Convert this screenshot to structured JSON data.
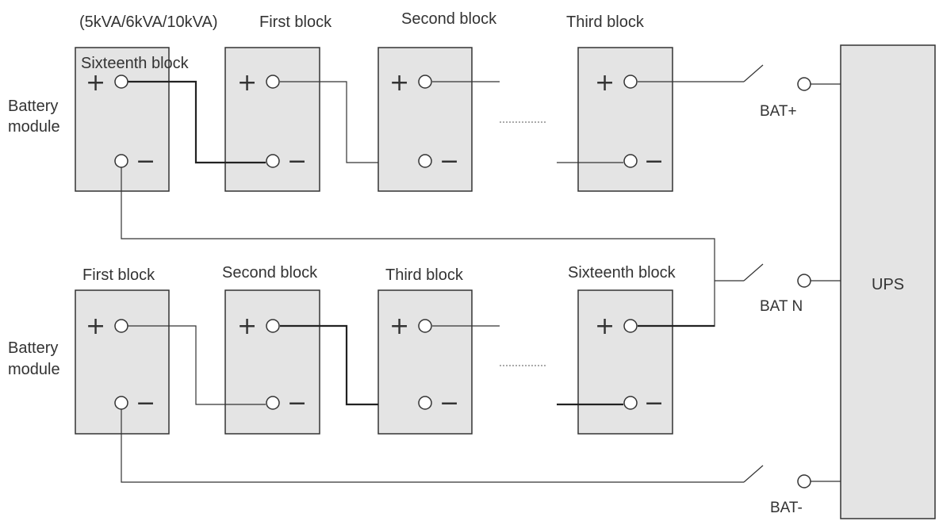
{
  "top_row": {
    "module_label_line1": "Battery",
    "module_label_line2": "module",
    "note": "(5kVA/6kVA/10kVA)",
    "block1_label": "First block",
    "block2_label": "Second block",
    "block3_label": "Third block",
    "block4_label": "Sixteenth block"
  },
  "bottom_row": {
    "module_label_line1": "Battery",
    "module_label_line2": "module",
    "block1_label": "First block",
    "block2_label": "Second block",
    "block3_label": "Third block",
    "block4_label": "Sixteenth block"
  },
  "ups": {
    "label": "UPS",
    "bat_plus": "BAT+",
    "bat_n": "BAT N",
    "bat_minus": "BAT-"
  },
  "symbols": {
    "plus": "+",
    "minus": "−"
  }
}
